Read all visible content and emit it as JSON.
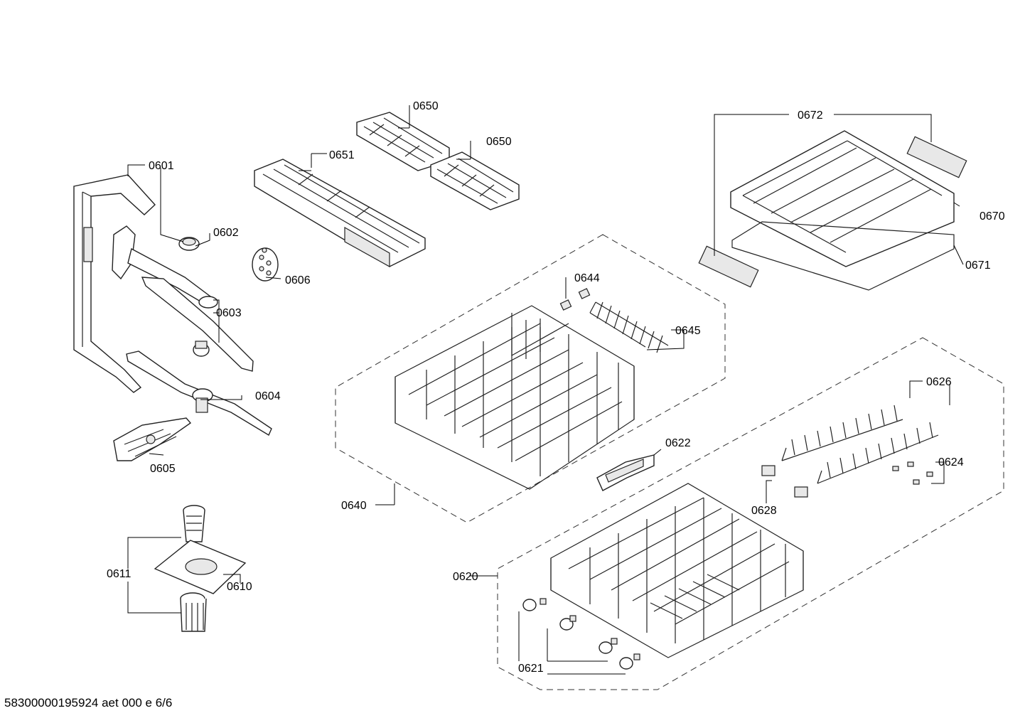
{
  "diagram": {
    "labels": {
      "p0601": "0601",
      "p0602": "0602",
      "p0603": "0603",
      "p0604": "0604",
      "p0605": "0605",
      "p0606": "0606",
      "p0610": "0610",
      "p0611": "0611",
      "p0650a": "0650",
      "p0650b": "0650",
      "p0651": "0651",
      "p0640": "0640",
      "p0644": "0644",
      "p0645": "0645",
      "p0622": "0622",
      "p0620": "0620",
      "p0621": "0621",
      "p0626": "0626",
      "p0624": "0624",
      "p0628": "0628",
      "p0672": "0672",
      "p0670": "0670",
      "p0671": "0671"
    }
  },
  "footer": {
    "code": "58300000195924 aet 000 e 6/6"
  }
}
